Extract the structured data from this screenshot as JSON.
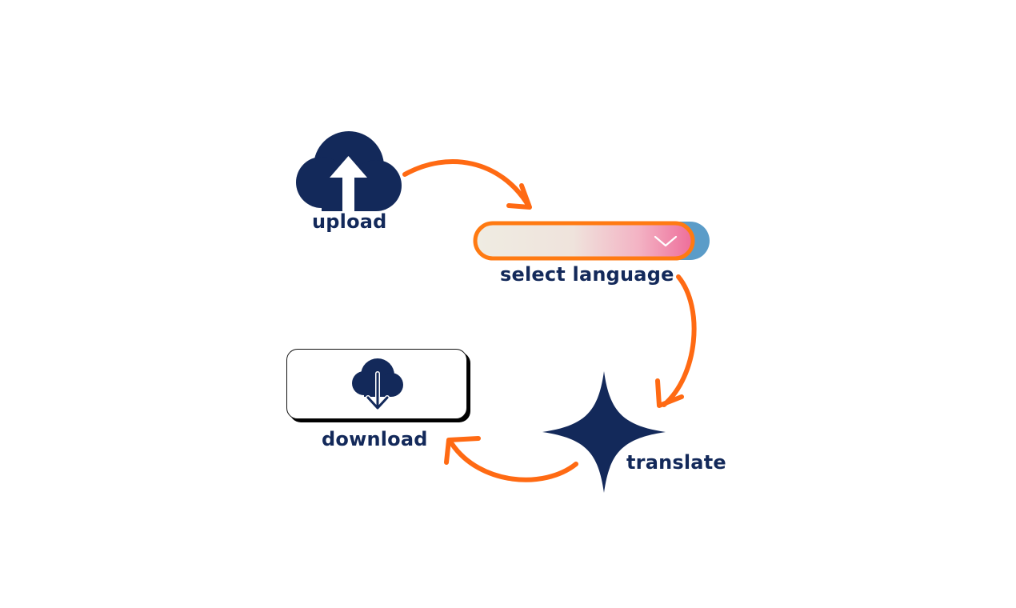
{
  "colors": {
    "primary": "#13295a",
    "arrow": "#ff6a13",
    "select_border": "#ff7a12",
    "select_gradient_start": "#efece2",
    "select_gradient_end": "#ee6d9a",
    "select_shadow": "#5b9cc8"
  },
  "steps": {
    "upload": {
      "label": "upload",
      "icon": "cloud-upload-icon"
    },
    "select_language": {
      "label": "select language",
      "icon": "chevron-down-icon"
    },
    "translate": {
      "label": "translate",
      "icon": "sparkle-star-icon"
    },
    "download": {
      "label": "download",
      "icon": "cloud-download-icon"
    }
  }
}
